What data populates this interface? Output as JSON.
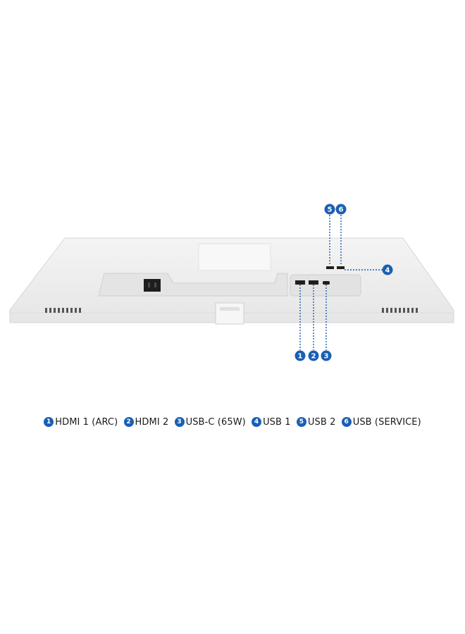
{
  "accent_color": "#1a5fb4",
  "ports": [
    {
      "number": "1",
      "label": "HDMI 1 (ARC)"
    },
    {
      "number": "2",
      "label": "HDMI 2"
    },
    {
      "number": "3",
      "label": "USB-C (65W)"
    },
    {
      "number": "4",
      "label": "USB 1"
    },
    {
      "number": "5",
      "label": "USB 2"
    },
    {
      "number": "6",
      "label": "USB (SERVICE)"
    }
  ]
}
